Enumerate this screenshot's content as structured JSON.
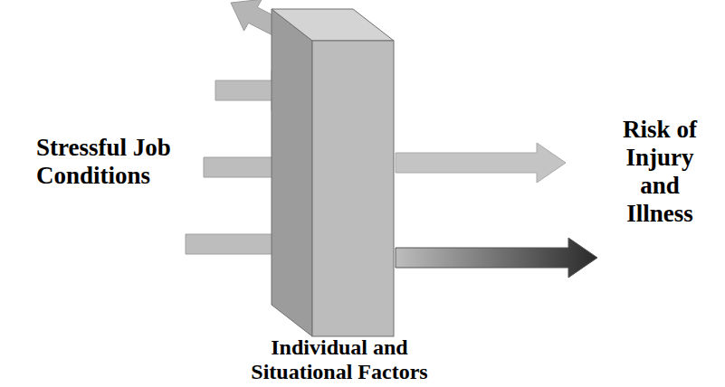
{
  "diagram": {
    "nodes": [
      {
        "text": [
          "Individual and Situational Factors"
        ]
      }
    ],
    "labels": [
      "Stressful Job Conditions",
      "Risk of Injury and Illness"
    ]
  }
}
